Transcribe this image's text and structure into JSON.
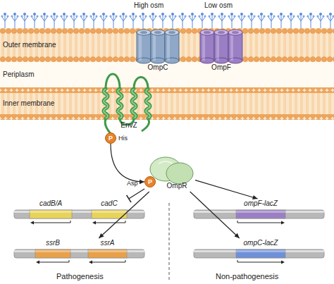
{
  "diagram": {
    "nodes": [
      {
        "text": [
          "OmpC"
        ]
      },
      {
        "text": [
          "OmpF"
        ]
      },
      {
        "text": [
          "EnvZ"
        ]
      },
      {
        "text": [
          "P"
        ],
        "in": 2
      },
      {
        "text": [
          "OmpR"
        ]
      },
      {
        "text": [
          "P"
        ],
        "in": 4
      },
      {
        "text": [
          "cadB/A",
          "cadC"
        ]
      },
      {
        "text": [
          "ssrB",
          "ssrA"
        ]
      },
      {
        "text": [
          "ompF-lacZ"
        ]
      },
      {
        "text": [
          "ompC-lacZ"
        ]
      }
    ],
    "edges": [
      {
        "from": 3,
        "to": 5,
        "arrow": "to"
      },
      {
        "from": 4,
        "to": 6,
        "arrow": "to"
      },
      {
        "from": 4,
        "to": 7,
        "arrow": "to"
      },
      {
        "from": 4,
        "to": 8,
        "arrow": "to"
      },
      {
        "from": 4,
        "to": 9,
        "arrow": "to"
      }
    ],
    "labels": [
      "High osm",
      "Low osm",
      "Outer membrane",
      "Periplasm",
      "Inner membrane",
      "His",
      "Asp",
      "Pathogenesis",
      "Non-pathogenesis"
    ]
  }
}
